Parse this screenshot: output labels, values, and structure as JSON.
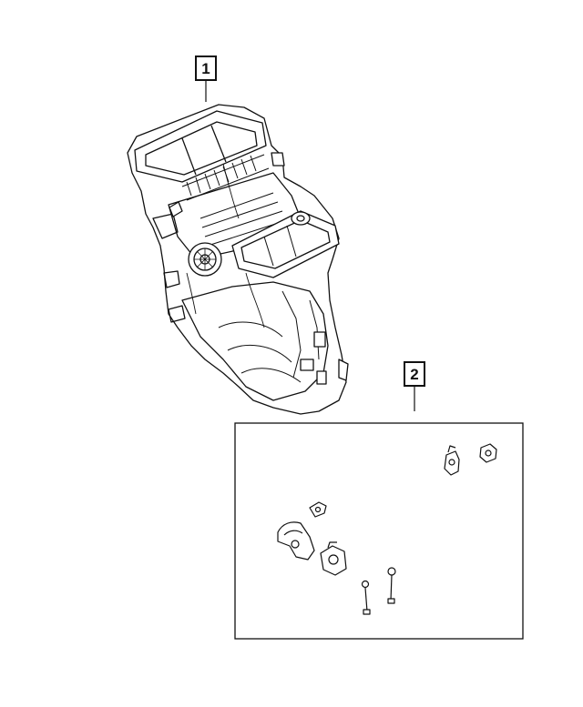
{
  "callouts": [
    {
      "id": "1",
      "label": "1"
    },
    {
      "id": "2",
      "label": "2"
    }
  ],
  "colors": {
    "line": "#111111",
    "background": "#ffffff",
    "fill": "#ffffff"
  }
}
